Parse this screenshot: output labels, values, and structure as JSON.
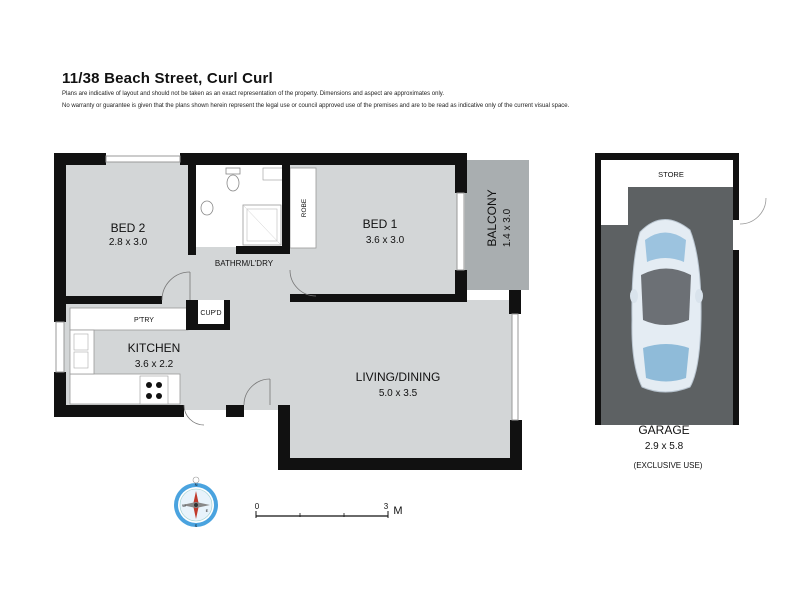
{
  "header": {
    "address": "11/38 Beach Street, Curl Curl",
    "disclaimer_1": "Plans are indicative of layout and should not be taken as an exact representation of the property. Dimensions and aspect are approximates only.",
    "disclaimer_2": "No warranty or guarantee is given that the plans shown herein represent the legal use or council approved use of the premises and are to be read as indicative only of the current visual space."
  },
  "rooms": {
    "bed2": {
      "name": "BED 2",
      "dims": "2.8 x 3.0"
    },
    "bed1": {
      "name": "BED 1",
      "dims": "3.6 x 3.0"
    },
    "balcony": {
      "name": "BALCONY",
      "dims": "1.4 x 3.0"
    },
    "bathroom": {
      "name": "BATHRM/L'DRY"
    },
    "robe": {
      "name": "ROBE"
    },
    "cupboard": {
      "name": "CUP'D"
    },
    "pantry": {
      "name": "P'TRY"
    },
    "kitchen": {
      "name": "KITCHEN",
      "dims": "3.6 x 2.2"
    },
    "living": {
      "name": "LIVING/DINING",
      "dims": "5.0 x 3.5"
    },
    "store": {
      "name": "STORE"
    },
    "garage": {
      "name": "GARAGE",
      "dims": "2.9 x 5.8",
      "note": "(EXCLUSIVE USE)"
    }
  },
  "scale_bar": {
    "start": "0",
    "end": "3",
    "unit": "M"
  },
  "compass": {
    "n": "N",
    "s": "S",
    "e": "E",
    "w": "W"
  },
  "colors": {
    "room_fill": "#d3d6d7",
    "wall": "#111111",
    "garage_floor": "#5d6163",
    "balcony": "#a9aeb0",
    "compass_ring": "#4aa3df"
  }
}
